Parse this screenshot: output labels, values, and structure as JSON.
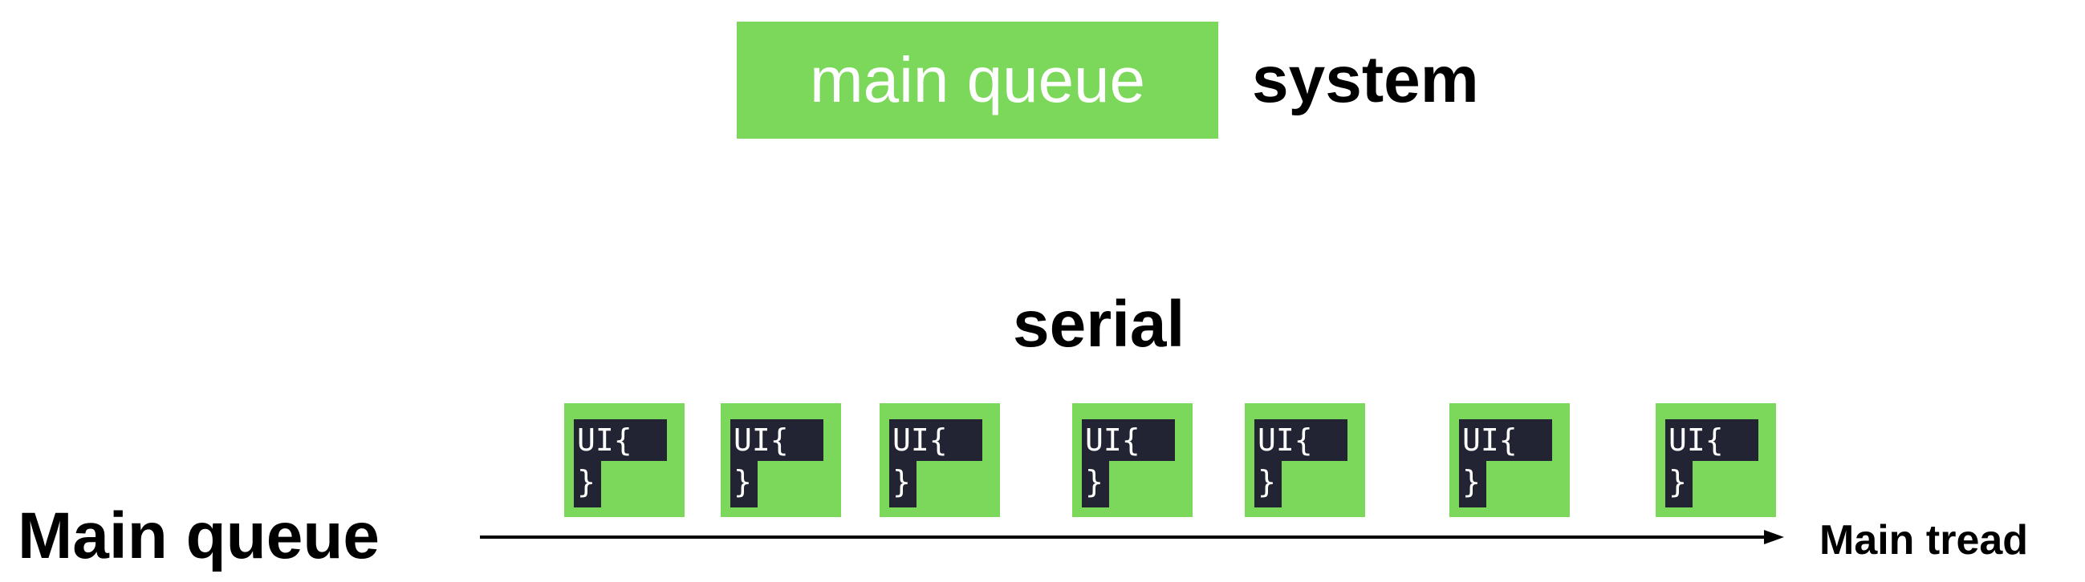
{
  "header": {
    "badge_label": "main queue",
    "trailing_label": "system"
  },
  "queue_type_label": "serial",
  "tasks": [
    {
      "line1": "UI{",
      "line2": "}"
    },
    {
      "line1": "UI{",
      "line2": "}"
    },
    {
      "line1": "UI{",
      "line2": "}"
    },
    {
      "line1": "UI{",
      "line2": "}"
    },
    {
      "line1": "UI{",
      "line2": "}"
    },
    {
      "line1": "UI{",
      "line2": "}"
    },
    {
      "line1": "UI{",
      "line2": "}"
    }
  ],
  "timeline": {
    "start_label": "Main queue",
    "end_label": "Main tread"
  },
  "colors": {
    "accent_green": "#7bd85a",
    "code_background": "#222433",
    "text": "#000000"
  }
}
